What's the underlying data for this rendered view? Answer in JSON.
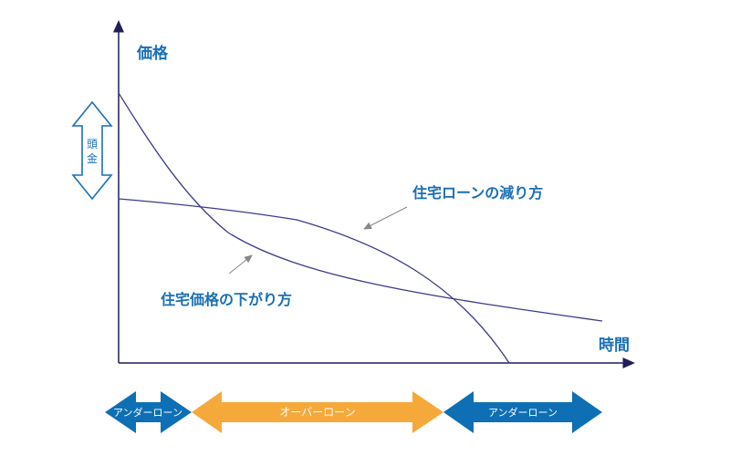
{
  "axes": {
    "y_label": "価格",
    "x_label": "時間"
  },
  "down_payment": {
    "label_top": "頭",
    "label_bottom": "金"
  },
  "curves": {
    "loan": {
      "label": "住宅ローンの減り方"
    },
    "price": {
      "label": "住宅価格の下がり方"
    }
  },
  "bands": [
    {
      "label": "アンダーローン",
      "color": "#0e6fb5"
    },
    {
      "label": "オーバーローン",
      "color": "#f5a93a"
    },
    {
      "label": "アンダーローン",
      "color": "#0e6fb5"
    }
  ],
  "colors": {
    "axis": "#1f1f5a",
    "curve": "#3b3b8a",
    "pointer": "#888888",
    "accent_text": "#1a6fb5"
  }
}
